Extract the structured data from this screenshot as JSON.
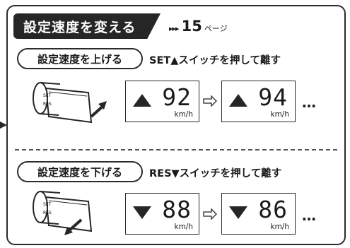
{
  "header": {
    "title": "設定速度を変える",
    "page_marker": "▸▸▸",
    "page_number": "15",
    "page_suffix": "ページ"
  },
  "sections": [
    {
      "pill": "設定速度を上げる",
      "instruction": "SET▲スイッチを押して離す",
      "direction": "up",
      "switch_label_top": "SET",
      "switch_label_bottom": "RES",
      "from_value": "92",
      "to_value": "94",
      "unit": "km/h",
      "more": "…"
    },
    {
      "pill": "設定速度を下げる",
      "instruction": "RES▼スイッチを押して離す",
      "direction": "down",
      "switch_label_top": "SET",
      "switch_label_bottom": "RES",
      "from_value": "88",
      "to_value": "86",
      "unit": "km/h",
      "more": "…"
    }
  ],
  "colors": {
    "ink": "#262626",
    "background": "#ffffff"
  }
}
